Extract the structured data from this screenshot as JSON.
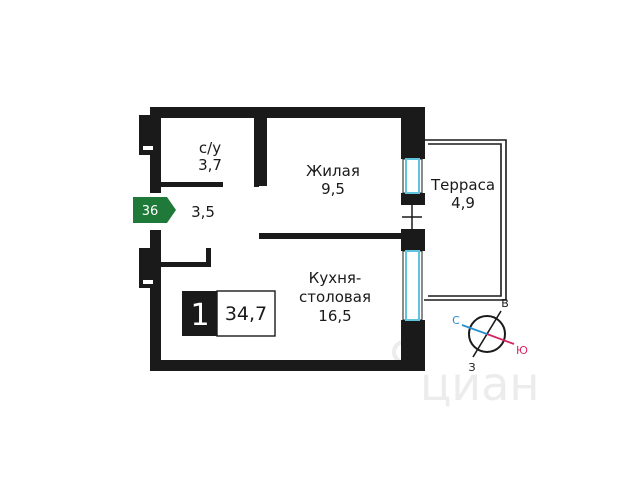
{
  "colors": {
    "wall": "#1a1a1a",
    "window": "#5ec4e0",
    "badge": "#1f7a3a",
    "compass_east": "#d6245f",
    "compass_west": "#2a8fd1",
    "watermark": "#ececec"
  },
  "entrance_badge": "36",
  "rooms": [
    {
      "id": "bathroom",
      "name": "с/у",
      "area": "3,7"
    },
    {
      "id": "living",
      "name": "Жилая",
      "area": "9,5"
    },
    {
      "id": "terrace",
      "name": "Терраса",
      "area": "4,9"
    },
    {
      "id": "hall",
      "name": "",
      "area": "3,5"
    },
    {
      "id": "kitchen",
      "name_line1": "Кухня-",
      "name_line2": "столовая",
      "area": "16,5"
    }
  ],
  "summary": {
    "rooms_count": "1",
    "total_area": "34,7"
  },
  "compass": {
    "north": "С",
    "east": "В",
    "south": "Ю",
    "west": "З"
  },
  "watermark": "циан"
}
